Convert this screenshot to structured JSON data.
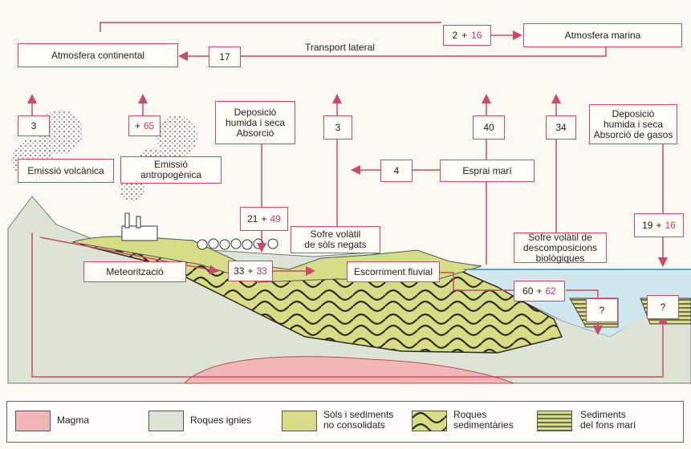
{
  "colors": {
    "magma": "#f3b6b6",
    "igneous": "#dde3d7",
    "soil": "#d7dc86",
    "arrow": "#c94a6a",
    "sea": "#cfe6ee",
    "pink_text": "#d2337a"
  },
  "top": {
    "continental": "Atmosfera continental",
    "marine": "Atmosfera marina",
    "lateral": "Transport lateral",
    "lateral_left": "17",
    "lateral_right_a": "2",
    "lateral_right_plus": "+",
    "lateral_right_b": "16"
  },
  "boxes": {
    "volcanic_value": "3",
    "volcanic_label": "Emissió volcànica",
    "anthro_plus": "+",
    "anthro_value": "65",
    "anthro_label_1": "Emissió",
    "anthro_label_2": "antropogènica",
    "deposit_1": "Deposició",
    "deposit_2": "humida i seca",
    "deposit_3": "Absorció",
    "deposit_a": "21",
    "deposit_plus": "+",
    "deposit_b": "49",
    "soil_value": "3",
    "soil_1": "Sofre volàtil",
    "soil_2": "de sòls negats",
    "spray_value": "40",
    "spray_label": "Esprai marí",
    "spray_left": "4",
    "bio_value": "34",
    "bio_1": "Sofre volàtil de",
    "bio_2": "descomposicions",
    "bio_3": "biològiques",
    "sea_dep_1": "Deposició",
    "sea_dep_2": "humida i seca",
    "sea_dep_3": "Absorció de gasos",
    "sea_a": "19",
    "sea_plus": "+",
    "sea_b": "16",
    "weathering": "Meteorització",
    "weather_a": "33",
    "weather_plus": "+",
    "weather_b": "33",
    "runoff": "Escorriment fluvial",
    "runoff_a": "60",
    "runoff_plus": "+",
    "runoff_b": "62",
    "q1": "?",
    "q2": "?"
  },
  "legend": {
    "magma": "Magma",
    "igneous": "Roques ignies",
    "soil_1": "Sòls i sediments",
    "soil_2": "no consolidats",
    "sed_1": "Roques",
    "sed_2": "sedimentàries",
    "sea_1": "Sediments",
    "sea_2": "del fons marí"
  }
}
